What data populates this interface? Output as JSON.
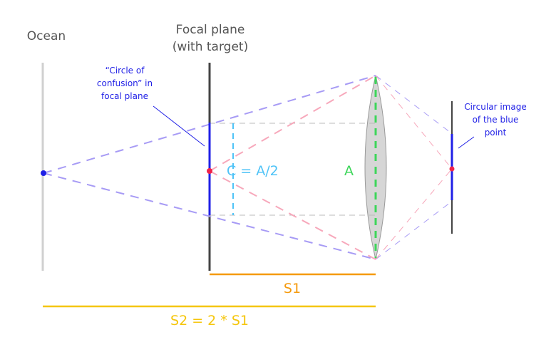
{
  "labels": {
    "ocean": "Ocean",
    "focal_plane_1": "Focal plane",
    "focal_plane_2": "(with target)",
    "coc_1": "“Circle of",
    "coc_2": "confusion” in",
    "coc_3": "focal plane",
    "img_1": "Circular image",
    "img_2": "of the blue",
    "img_3": "point",
    "c_eq": "C = A/2",
    "a": "A",
    "s1": "S1",
    "s2": "S2 = 2 * S1"
  },
  "colors": {
    "purple": "#a79bf5",
    "pink": "#f7a8bb",
    "blue": "#1f1fe6",
    "red": "#f0244a",
    "cyan": "#4fc3f7",
    "green": "#3dd65a",
    "orange": "#f59a0c",
    "yellow": "#f5c60c"
  }
}
